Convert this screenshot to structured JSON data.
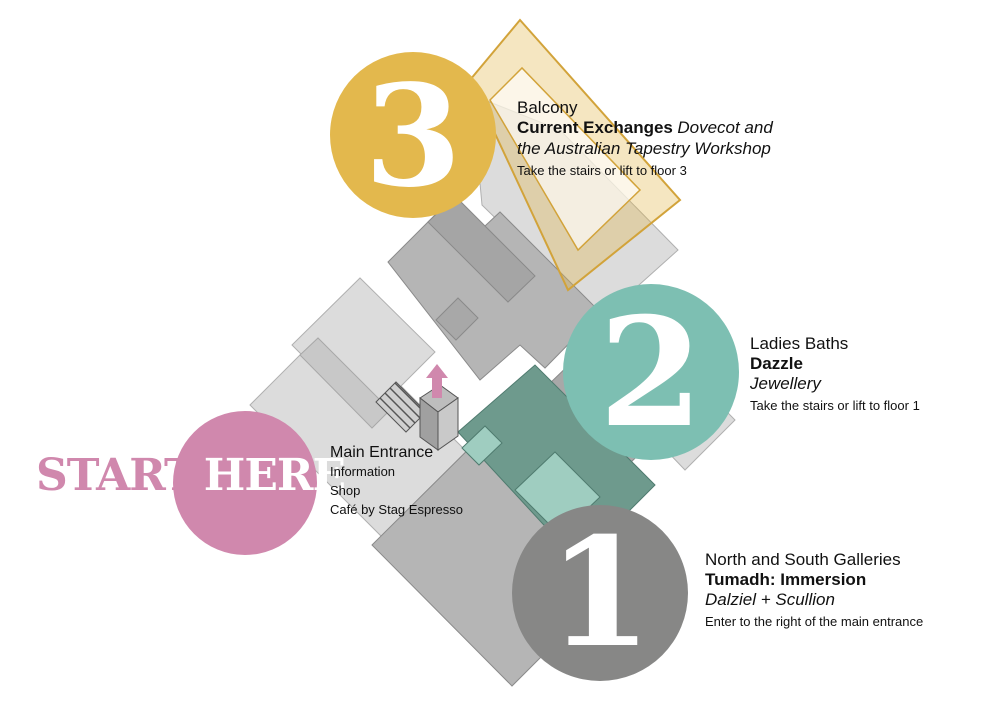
{
  "start": {
    "word1": "START",
    "word2": "HERE",
    "color": "#d088ad"
  },
  "entrance": {
    "title": "Main Entrance",
    "lines": [
      "Information",
      "Shop",
      "Café by Stag Espresso"
    ]
  },
  "floors": [
    {
      "number": "1",
      "color": "#878786",
      "location": "North and South Galleries",
      "exhibition": "Tumadh: Immersion",
      "artists": "Dalziel + Scullion",
      "directions": "Enter to the right of the main entrance"
    },
    {
      "number": "2",
      "color": "#7dbfb2",
      "location": "Ladies Baths",
      "exhibition": "Dazzle",
      "artists": "Jewellery",
      "directions": "Take the stairs or lift to floor 1"
    },
    {
      "number": "3",
      "color": "#e3b84d",
      "location": "Balcony",
      "exhibition": "Current Exchanges",
      "exhibition_italic": "Dovecot and the Australian Tapestry Workshop",
      "exhibition_italic_line1": "Dovecot and",
      "exhibition_italic_line2": "the Australian Tapestry Workshop",
      "directions": "Take the stairs or lift to floor 3"
    }
  ],
  "icons": [
    "stairs-icon",
    "lift-icon",
    "up-arrow-icon"
  ],
  "colors": {
    "light_grey": "#dcdcdc",
    "mid_grey": "#b5b5b5",
    "dark_grey": "#999999",
    "teal_zone": "#6e9a8d",
    "lift_arrow": "#d088ad"
  }
}
